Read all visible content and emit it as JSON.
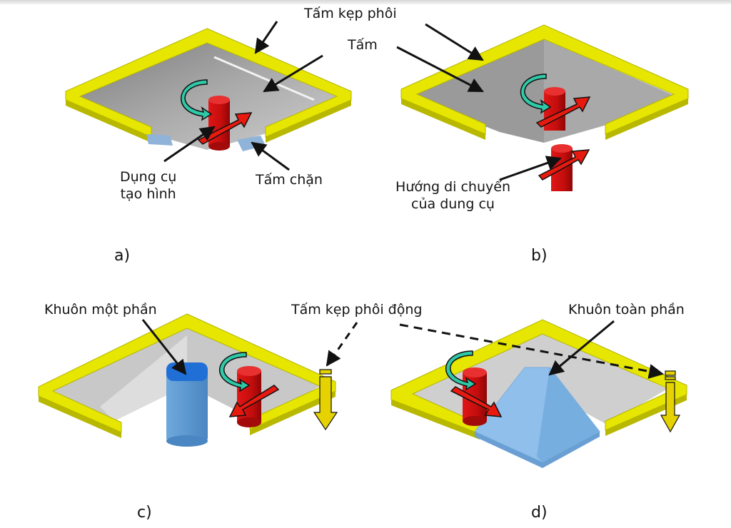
{
  "labels": {
    "blank_holder": "Tấm kẹp phôi",
    "sheet": "Tấm",
    "forming_tool_line1": "Dụng cụ",
    "forming_tool_line2": "tạo hình",
    "stopper_plate": "Tấm chặn",
    "tool_direction_line1": "Hướng di chuyển",
    "tool_direction_line2": "của dung cụ",
    "partial_die": "Khuôn một phần",
    "moving_blank_holder": "Tấm kẹp phôi động",
    "full_die": "Khuôn toàn phần"
  },
  "panels": [
    {
      "id": "a",
      "letter": "a)"
    },
    {
      "id": "b",
      "letter": "b)"
    },
    {
      "id": "c",
      "letter": "c)"
    },
    {
      "id": "d",
      "letter": "d)"
    }
  ],
  "colors": {
    "frame_yellow": "#e6e600",
    "sheet_gray": "#a8a8a8",
    "tool_red": "#cc1111",
    "arrow_red": "#e81a0f",
    "rotation_teal": "#2fc9a8",
    "die_blue": "#8fbfea",
    "die_dark_blue": "#4a8fd1"
  }
}
